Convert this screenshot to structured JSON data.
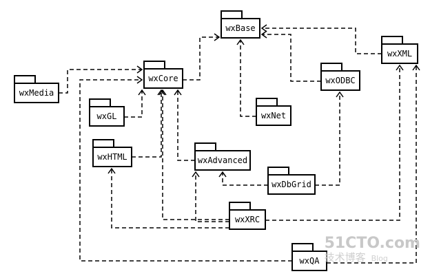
{
  "packages": [
    {
      "id": "wxBase",
      "label": "wxBase"
    },
    {
      "id": "wxCore",
      "label": "wxCore"
    },
    {
      "id": "wxMedia",
      "label": "wxMedia"
    },
    {
      "id": "wxXML",
      "label": "wxXML"
    },
    {
      "id": "wxODBC",
      "label": "wxODBC"
    },
    {
      "id": "wxNet",
      "label": "wxNet"
    },
    {
      "id": "wxGL",
      "label": "wxGL"
    },
    {
      "id": "wxHTML",
      "label": "wxHTML"
    },
    {
      "id": "wxAdvanced",
      "label": "wxAdvanced"
    },
    {
      "id": "wxDbGrid",
      "label": "wxDbGrid"
    },
    {
      "id": "wxXRC",
      "label": "wxXRC"
    },
    {
      "id": "wxQA",
      "label": "wxQA"
    }
  ],
  "dependencies": [
    {
      "from": "wxCore",
      "to": "wxBase"
    },
    {
      "from": "wxXML",
      "to": "wxBase"
    },
    {
      "from": "wxODBC",
      "to": "wxBase"
    },
    {
      "from": "wxNet",
      "to": "wxBase"
    },
    {
      "from": "wxMedia",
      "to": "wxCore"
    },
    {
      "from": "wxGL",
      "to": "wxCore"
    },
    {
      "from": "wxHTML",
      "to": "wxCore"
    },
    {
      "from": "wxAdvanced",
      "to": "wxCore"
    },
    {
      "from": "wxXRC",
      "to": "wxCore"
    },
    {
      "from": "wxXRC",
      "to": "wxHTML"
    },
    {
      "from": "wxXRC",
      "to": "wxAdvanced"
    },
    {
      "from": "wxXRC",
      "to": "wxXML"
    },
    {
      "from": "wxDbGrid",
      "to": "wxAdvanced"
    },
    {
      "from": "wxDbGrid",
      "to": "wxODBC"
    },
    {
      "from": "wxQA",
      "to": "wxCore"
    },
    {
      "from": "wxQA",
      "to": "wxXML"
    }
  ],
  "watermark": {
    "main": "51CTO.com",
    "sub": "技术博客",
    "blog": "Blog"
  }
}
